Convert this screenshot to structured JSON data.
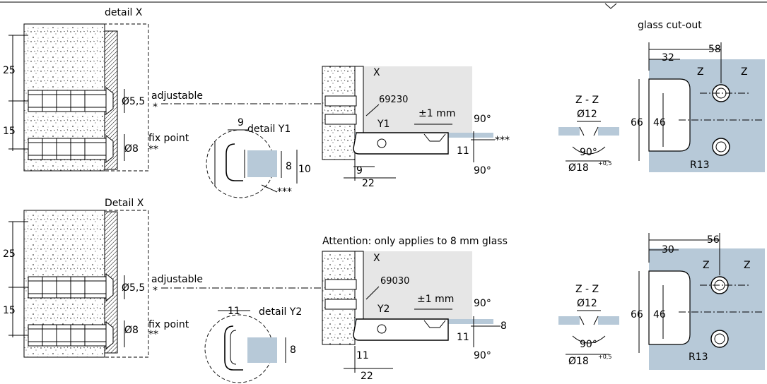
{
  "top": {
    "detail_x_title": "detail X",
    "dim_25": "25",
    "dim_15": "15",
    "dia_55": "Ø5,5",
    "dia_8": "Ø8",
    "adjustable": "adjustable",
    "fix_point": "fix point",
    "star1": "*",
    "star2": "**",
    "detail_y_title": "detail Y1",
    "y_dim_9": "9",
    "y_dim_8": "8",
    "y_dim_10": "10",
    "y_star3": "***",
    "hinge_x": "X",
    "hinge_part": "69230",
    "hinge_tol": "±1 mm",
    "hinge_y": "Y1",
    "hinge_90a": "90°",
    "hinge_90b": "90°",
    "hinge_11": "11",
    "hinge_9": "9",
    "hinge_22": "22",
    "hinge_star3": "***",
    "zz": "Z - Z",
    "zz_d12": "Ø12",
    "zz_90": "90°",
    "zz_d18": "Ø18",
    "zz_tol": "+0,5",
    "cutout_title": "glass cut-out",
    "co_58": "58",
    "co_32": "32",
    "co_66": "66",
    "co_46": "46",
    "co_z1": "Z",
    "co_z2": "Z",
    "co_r13": "R13"
  },
  "bottom": {
    "detail_x_title": "Detail X",
    "dim_25": "25",
    "dim_15": "15",
    "dia_55": "Ø5,5",
    "dia_8": "Ø8",
    "adjustable": "adjustable",
    "fix_point": "fix point",
    "star1": "*",
    "star2": "**",
    "detail_y_title": "detail Y2",
    "y_dim_11": "11",
    "y_dim_8": "8",
    "attention": "Attention: only applies to 8 mm glass",
    "hinge_x": "X",
    "hinge_part": "69030",
    "hinge_tol": "±1 mm",
    "hinge_y": "Y2",
    "hinge_90a": "90°",
    "hinge_90b": "90°",
    "hinge_11": "11",
    "hinge_8": "8",
    "hinge_11b": "11",
    "hinge_22": "22",
    "zz": "Z - Z",
    "zz_d12": "Ø12",
    "zz_90": "90°",
    "zz_d18": "Ø18",
    "zz_tol": "+0,5",
    "co_56": "56",
    "co_30": "30",
    "co_66": "66",
    "co_46": "46",
    "co_z1": "Z",
    "co_z2": "Z",
    "co_r13": "R13"
  },
  "colors": {
    "glass": "#b7c9d8",
    "hinge_bg": "#e6e6e6"
  }
}
